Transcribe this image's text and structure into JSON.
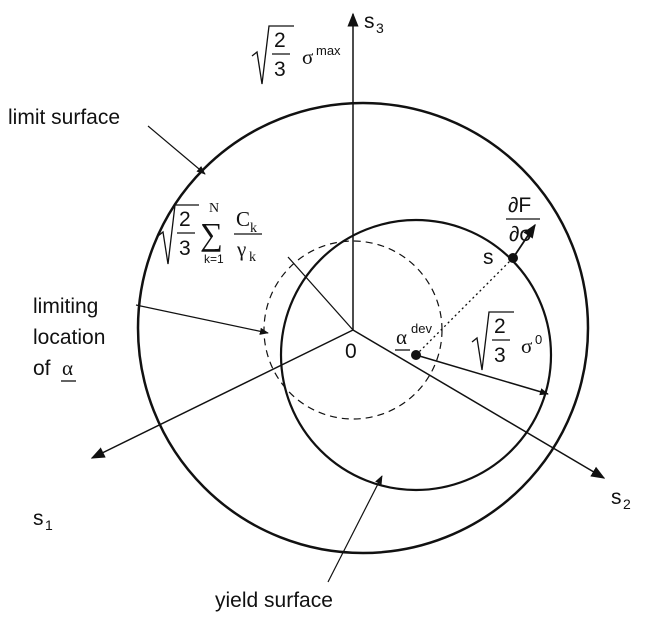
{
  "axes": {
    "s3": {
      "base": "s",
      "sub": "3"
    },
    "s2": {
      "base": "s",
      "sub": "2"
    },
    "s1": {
      "base": "s",
      "sub": "1"
    }
  },
  "labels": {
    "limit_surface": "limit surface",
    "yield_surface": "yield surface",
    "limiting_line1": "limiting",
    "limiting_line2": "location",
    "limiting_line3": "of",
    "alpha_symbol": "α",
    "origin": "0",
    "point_s": "s"
  },
  "formulas": {
    "sigma_max": {
      "coef_num": "2",
      "coef_den": "3",
      "sigma": "σ",
      "sup": "max"
    },
    "sigma_0": {
      "coef_num": "2",
      "coef_den": "3",
      "sigma": "σ",
      "sup": "0"
    },
    "sum": {
      "coef_num": "2",
      "coef_den": "3",
      "sum_symbol": "∑",
      "upper": "N",
      "lower": "k=1",
      "num": "C",
      "num_sub": "k",
      "den": "γ",
      "den_sub": "k"
    },
    "alpha_dev": {
      "alpha": "α",
      "sup": "dev"
    },
    "gradient": {
      "num": "∂F",
      "den": "∂σ"
    }
  },
  "colors": {
    "line": "#111111",
    "background": "#ffffff"
  }
}
